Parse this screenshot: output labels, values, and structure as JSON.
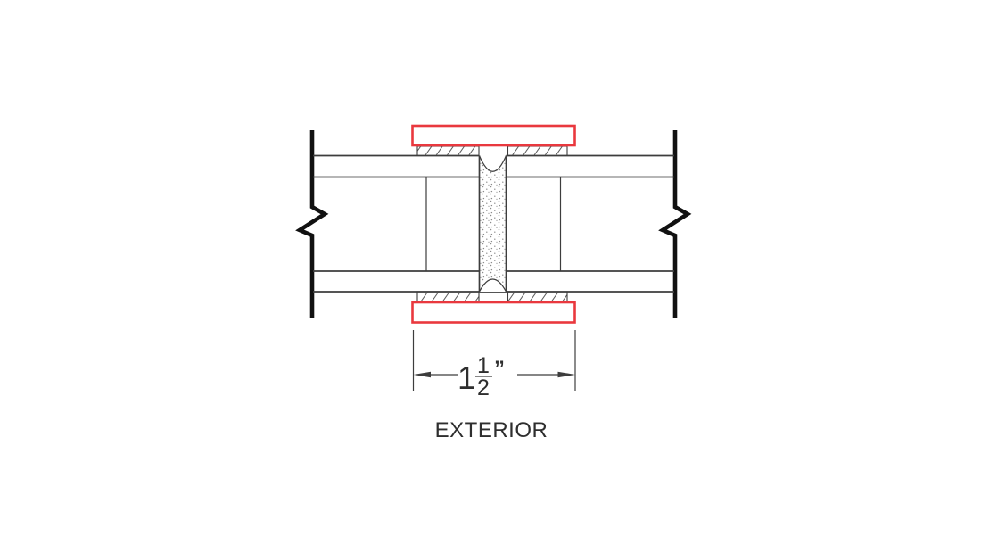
{
  "drawing": {
    "type": "panel-joint-section-detail",
    "labels": {
      "exterior": "EXTERIOR"
    },
    "dimension": {
      "whole": "1",
      "numerator": "1",
      "denominator": "2",
      "unit_mark": "”",
      "full_text": "1 1/2\""
    }
  },
  "colors": {
    "accent_red": "#e9383e",
    "line": "#3d3d3d",
    "break_line": "#111111",
    "hatch": "#5a5a5a",
    "stipple": "#8b8b8b",
    "text": "#2e2e2e",
    "background": "#ffffff"
  }
}
